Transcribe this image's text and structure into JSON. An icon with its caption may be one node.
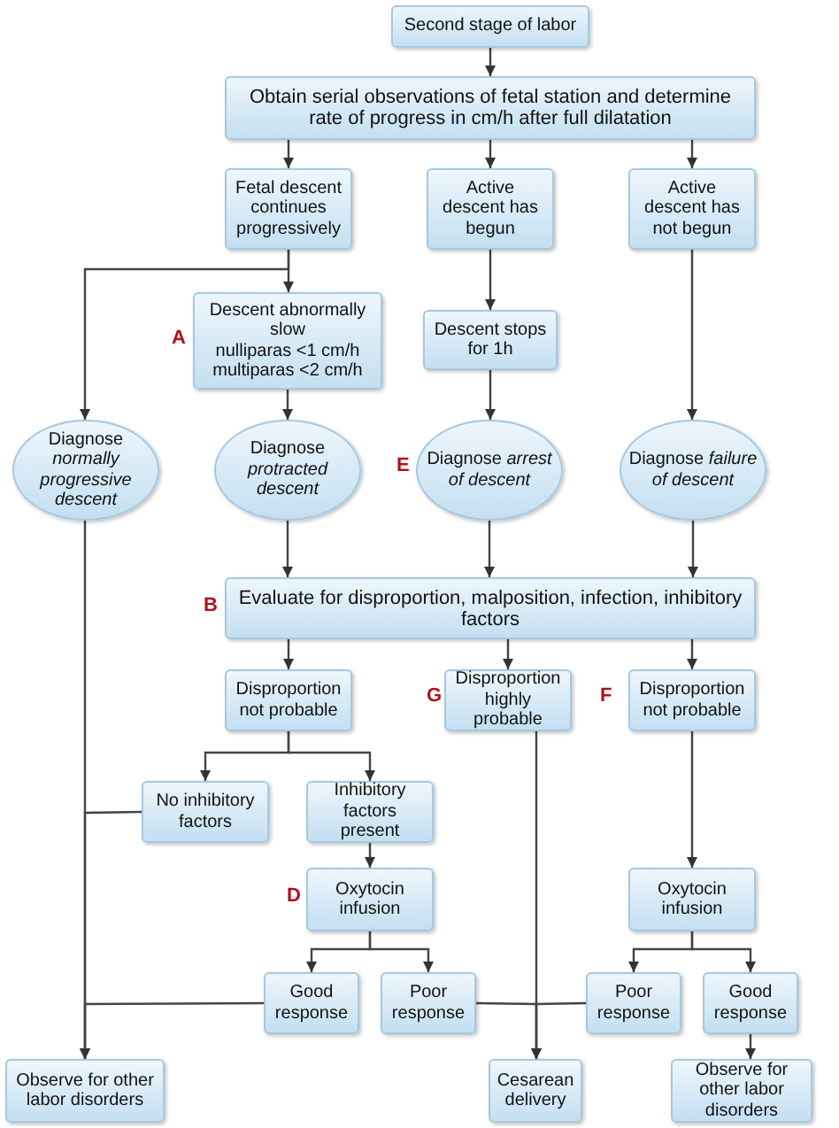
{
  "diagram": {
    "nodes": [
      {
        "text": [
          "Second stage of labor"
        ]
      },
      {
        "text": [
          "Obtain serial observations of fetal station and determine rate of progress in cm/h after full dilatation"
        ]
      },
      {
        "text": [
          "Fetal descent continues progressively"
        ]
      },
      {
        "text": [
          "Active descent has begun"
        ]
      },
      {
        "text": [
          "Active descent has not begun"
        ]
      },
      {
        "text": [
          "Descent abnormally slow",
          "nulliparas <1 cm/h multiparas <2 cm/h"
        ]
      },
      {
        "text": [
          "Descent stops for 1h"
        ]
      },
      {
        "text": [
          "Diagnose *normally progressive descent*"
        ]
      },
      {
        "text": [
          "Diagnose *protracted descent*"
        ]
      },
      {
        "text": [
          "Diagnose *arrest of descent*"
        ]
      },
      {
        "text": [
          "Diagnose *failure of descent*"
        ]
      },
      {
        "text": [
          "Evaluate for disproportion, malposition, infection, inhibitory factors"
        ]
      },
      {
        "text": [
          "Disproportion not probable"
        ]
      },
      {
        "text": [
          "Disproportion highly probable"
        ]
      },
      {
        "text": [
          "Disproportion not probable"
        ]
      },
      {
        "text": [
          "No inhibitory factors"
        ]
      },
      {
        "text": [
          "Inhibitory factors present"
        ]
      },
      {
        "text": [
          "Oxytocin infusion"
        ]
      },
      {
        "text": [
          "Oxytocin infusion"
        ]
      },
      {
        "text": [
          "Good response"
        ]
      },
      {
        "text": [
          "Poor response"
        ]
      },
      {
        "text": [
          "Poor response"
        ]
      },
      {
        "text": [
          "Good response"
        ]
      },
      {
        "text": [
          "Observe for other labor disorders"
        ]
      },
      {
        "text": [
          "Cesarean delivery"
        ]
      },
      {
        "text": [
          "Observe for other labor disorders"
        ]
      }
    ],
    "edges": [
      {
        "from": 0,
        "to": 1,
        "arrow": "to"
      },
      {
        "from": 1,
        "to": 2,
        "arrow": "to"
      },
      {
        "from": 1,
        "to": 3,
        "arrow": "to"
      },
      {
        "from": 1,
        "to": 4,
        "arrow": "to"
      },
      {
        "from": 2,
        "to": 5,
        "arrow": "to"
      },
      {
        "from": 2,
        "to": 7,
        "arrow": "to"
      },
      {
        "from": 3,
        "to": 6,
        "arrow": "to"
      },
      {
        "from": 4,
        "to": 10,
        "arrow": "to"
      },
      {
        "from": 5,
        "to": 8,
        "arrow": "to"
      },
      {
        "from": 6,
        "to": 9,
        "arrow": "to"
      },
      {
        "from": 7,
        "to": 23,
        "arrow": "to"
      },
      {
        "from": 8,
        "to": 11,
        "arrow": "to"
      },
      {
        "from": 9,
        "to": 11,
        "arrow": "to"
      },
      {
        "from": 10,
        "to": 11,
        "arrow": "to"
      },
      {
        "from": 11,
        "to": 12,
        "arrow": "to"
      },
      {
        "from": 11,
        "to": 13,
        "arrow": "to"
      },
      {
        "from": 11,
        "to": 14,
        "arrow": "to"
      },
      {
        "from": 12,
        "to": 15,
        "arrow": "to"
      },
      {
        "from": 12,
        "to": 16,
        "arrow": "to"
      },
      {
        "from": 15,
        "to": 23,
        "arrow": "to"
      },
      {
        "from": 16,
        "to": 17,
        "arrow": "to"
      },
      {
        "from": 17,
        "to": 19,
        "arrow": "to"
      },
      {
        "from": 17,
        "to": 20,
        "arrow": "to"
      },
      {
        "from": 19,
        "to": 23,
        "arrow": "to"
      },
      {
        "from": 20,
        "to": 24,
        "arrow": "to"
      },
      {
        "from": 13,
        "to": 24,
        "arrow": "to"
      },
      {
        "from": 21,
        "to": 24,
        "arrow": "to"
      },
      {
        "from": 14,
        "to": 18,
        "arrow": "to"
      },
      {
        "from": 18,
        "to": 21,
        "arrow": "to"
      },
      {
        "from": 18,
        "to": 22,
        "arrow": "to"
      },
      {
        "from": 22,
        "to": 25,
        "arrow": "to"
      }
    ],
    "labels": [
      "A",
      "E",
      "B",
      "G",
      "F",
      "D"
    ]
  }
}
